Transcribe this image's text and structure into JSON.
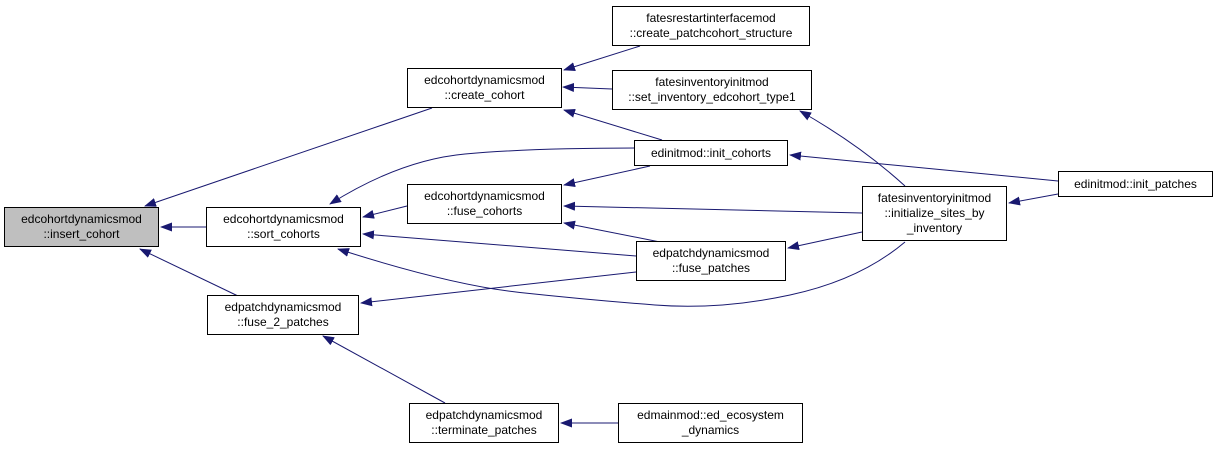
{
  "colors": {
    "edge": "#191970",
    "node_border": "#000000",
    "root_fill": "#bfbfbf",
    "node_fill": "#ffffff"
  },
  "nodes": [
    {
      "id": "insert_cohort",
      "root": true,
      "lines": [
        "edcohortdynamicsmod",
        "::insert_cohort"
      ]
    },
    {
      "id": "create_cohort",
      "lines": [
        "edcohortdynamicsmod",
        "::create_cohort"
      ]
    },
    {
      "id": "sort_cohorts",
      "lines": [
        "edcohortdynamicsmod",
        "::sort_cohorts"
      ]
    },
    {
      "id": "fuse_2_patches",
      "lines": [
        "edpatchdynamicsmod",
        "::fuse_2_patches"
      ]
    },
    {
      "id": "create_patchcohort_structure",
      "lines": [
        "fatesrestartinterfacemod",
        "::create_patchcohort_structure"
      ]
    },
    {
      "id": "set_inventory_edcohort_type1",
      "lines": [
        "fatesinventoryinitmod",
        "::set_inventory_edcohort_type1"
      ]
    },
    {
      "id": "init_cohorts",
      "lines": [
        "edinitmod::init_cohorts"
      ]
    },
    {
      "id": "fuse_cohorts",
      "lines": [
        "edcohortdynamicsmod",
        "::fuse_cohorts"
      ]
    },
    {
      "id": "fuse_patches",
      "lines": [
        "edpatchdynamicsmod",
        "::fuse_patches"
      ]
    },
    {
      "id": "initialize_sites_by_inventory",
      "lines": [
        "fatesinventoryinitmod",
        "::initialize_sites_by",
        "_inventory"
      ]
    },
    {
      "id": "init_patches",
      "lines": [
        "edinitmod::init_patches"
      ]
    },
    {
      "id": "terminate_patches",
      "lines": [
        "edpatchdynamicsmod",
        "::terminate_patches"
      ]
    },
    {
      "id": "ed_ecosystem_dynamics",
      "lines": [
        "edmainmod::ed_ecosystem",
        "_dynamics"
      ]
    }
  ],
  "edges": [
    {
      "from": "create_cohort",
      "to": "insert_cohort"
    },
    {
      "from": "sort_cohorts",
      "to": "insert_cohort"
    },
    {
      "from": "fuse_2_patches",
      "to": "insert_cohort"
    },
    {
      "from": "create_patchcohort_structure",
      "to": "create_cohort"
    },
    {
      "from": "set_inventory_edcohort_type1",
      "to": "create_cohort"
    },
    {
      "from": "init_cohorts",
      "to": "create_cohort"
    },
    {
      "from": "init_cohorts",
      "to": "sort_cohorts"
    },
    {
      "from": "fuse_cohorts",
      "to": "sort_cohorts"
    },
    {
      "from": "fuse_patches",
      "to": "sort_cohorts"
    },
    {
      "from": "initialize_sites_by_inventory",
      "to": "sort_cohorts"
    },
    {
      "from": "fuse_patches",
      "to": "fuse_2_patches"
    },
    {
      "from": "init_cohorts",
      "to": "fuse_cohorts"
    },
    {
      "from": "fuse_patches",
      "to": "fuse_cohorts"
    },
    {
      "from": "initialize_sites_by_inventory",
      "to": "fuse_cohorts"
    },
    {
      "from": "initialize_sites_by_inventory",
      "to": "set_inventory_edcohort_type1"
    },
    {
      "from": "init_patches",
      "to": "init_cohorts"
    },
    {
      "from": "initialize_sites_by_inventory",
      "to": "fuse_patches"
    },
    {
      "from": "init_patches",
      "to": "initialize_sites_by_inventory"
    },
    {
      "from": "terminate_patches",
      "to": "fuse_2_patches"
    },
    {
      "from": "ed_ecosystem_dynamics",
      "to": "terminate_patches"
    }
  ]
}
